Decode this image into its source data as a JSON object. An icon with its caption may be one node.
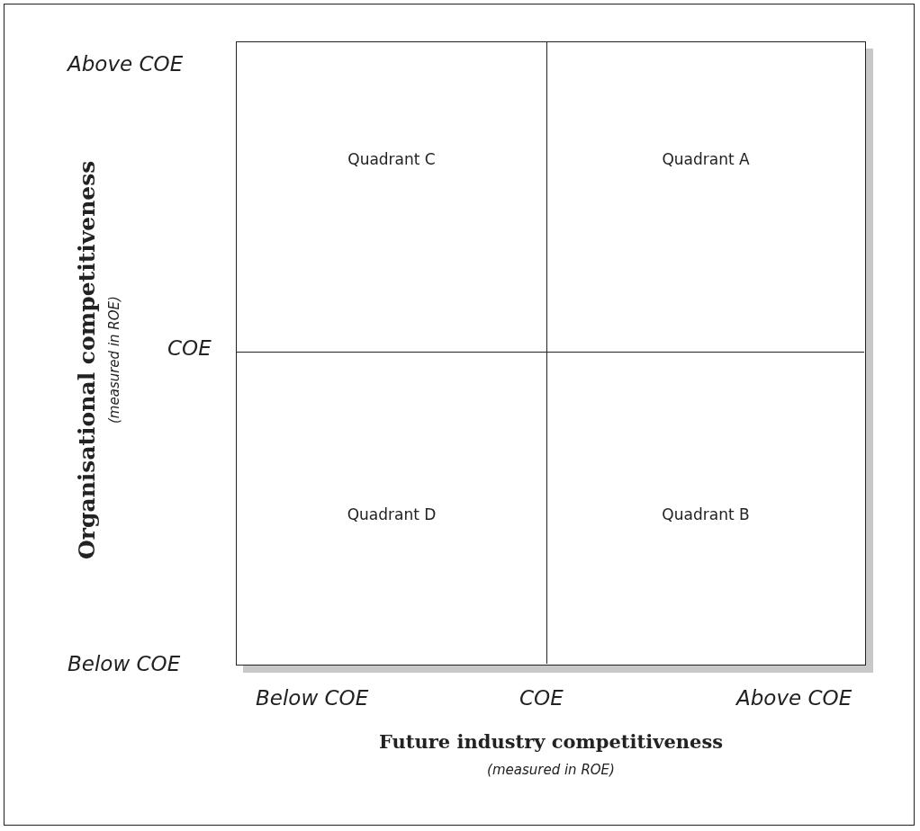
{
  "diagram": {
    "nodes": [
      {
        "text": [
          "Quadrant C"
        ]
      },
      {
        "text": [
          "Quadrant A"
        ]
      },
      {
        "text": [
          "Quadrant D"
        ]
      },
      {
        "text": [
          "Quadrant B"
        ]
      }
    ],
    "labels": [
      "Above COE",
      "Organisational competitiveness",
      "(measured in ROE)",
      "COE",
      "Below COE",
      "Below COE",
      "COE",
      "Above COE",
      "Future industry competitiveness",
      "(measured in ROE)"
    ]
  }
}
